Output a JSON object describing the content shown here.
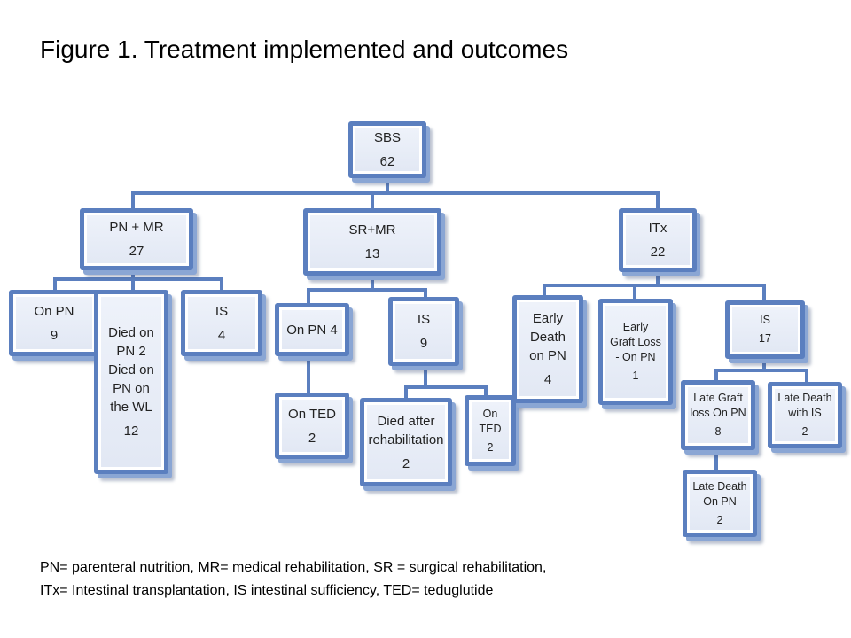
{
  "title": "Figure 1. Treatment implemented and outcomes",
  "nodes": {
    "sbs": {
      "label": "SBS",
      "value": "62"
    },
    "pn_mr": {
      "label": "PN + MR",
      "value": "27"
    },
    "sr_mr": {
      "label": "SR+MR",
      "value": "13"
    },
    "itx": {
      "label": "ITx",
      "value": "22"
    },
    "pn_on_pn": {
      "label": "On PN",
      "value": "9"
    },
    "pn_died": {
      "label": "Died on\nPN 2\nDied on\nPN on\nthe WL",
      "value": "12"
    },
    "pn_is": {
      "label": "IS",
      "value": "4"
    },
    "sr_on_pn": {
      "label": "On PN 4",
      "value": ""
    },
    "sr_is": {
      "label": "IS",
      "value": "9"
    },
    "sr_on_ted": {
      "label": "On TED",
      "value": "2"
    },
    "sr_died": {
      "label": "Died after\nrehabilitation",
      "value": "2"
    },
    "sr_is_on_ted": {
      "label": "On\nTED",
      "value": "2"
    },
    "itx_early_death": {
      "label": "Early\nDeath\non PN",
      "value": "4"
    },
    "itx_early_graft_loss": {
      "label": "Early\nGraft Loss\n- On PN",
      "value": "1"
    },
    "itx_is": {
      "label": "IS",
      "value": "17"
    },
    "itx_late_graft_loss": {
      "label": "Late Graft\nloss On PN",
      "value": "8"
    },
    "itx_late_death_is": {
      "label": "Late Death\nwith IS",
      "value": "2"
    },
    "itx_late_death_pn": {
      "label": "Late Death\nOn PN",
      "value": "2"
    }
  },
  "footnote": {
    "line1": "PN= parenteral nutrition, MR= medical rehabilitation, SR = surgical rehabilitation,",
    "line2": "ITx= Intestinal transplantation, IS intestinal sufficiency, TED= teduglutide"
  },
  "colors": {
    "box_border": "#5b7fbf",
    "box_shadow": "#8aa6d4",
    "box_fill": "#e6ebf5",
    "connector": "#5b7fbf"
  }
}
